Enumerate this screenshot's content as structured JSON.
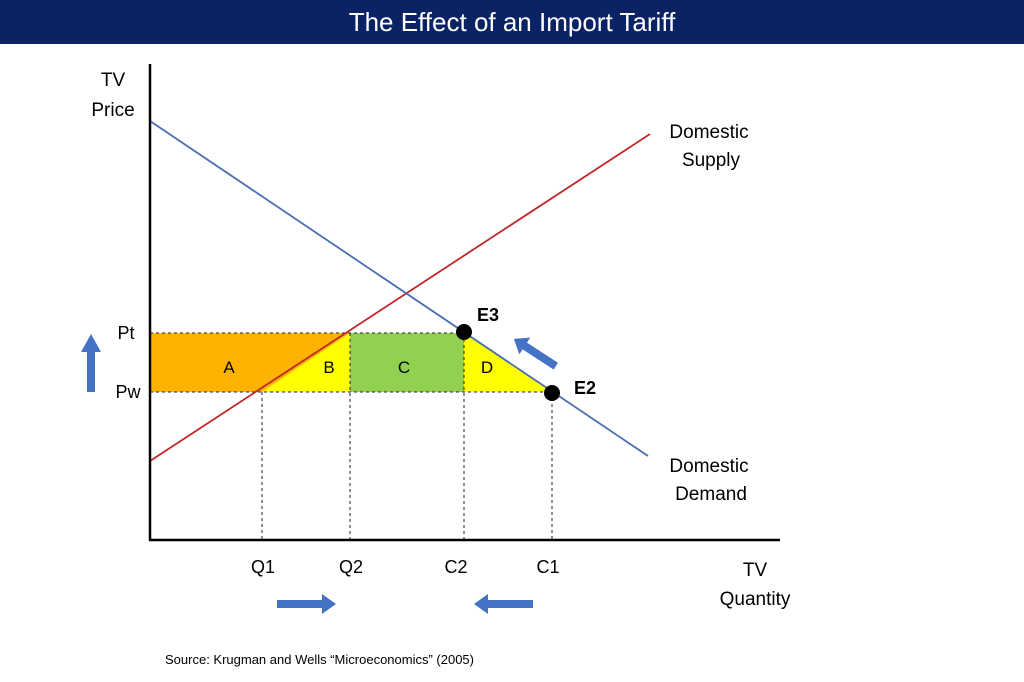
{
  "title": "The Effect of an Import Tariff",
  "source": "Source:  Krugman and Wells “Microeconomics” (2005)",
  "colors": {
    "title_bg": "#0b2265",
    "supply_line": "#c0282a",
    "demand_line": "#4a6fb0",
    "area_a": "#ffb300",
    "area_b": "#ffff00",
    "area_c": "#92d050",
    "area_d": "#ffff00",
    "arrow": "#4472c4"
  },
  "axes": {
    "y_label_line1": "TV",
    "y_label_line2": "Price",
    "x_label_line1": "TV",
    "x_label_line2": "Quantity"
  },
  "price_labels": {
    "pt": "Pt",
    "pw": "Pw"
  },
  "quantity_labels": {
    "q1": "Q1",
    "q2": "Q2",
    "c2": "C2",
    "c1": "C1"
  },
  "curves": {
    "supply_line1": "Domestic",
    "supply_line2": "Supply",
    "demand_line1": "Domestic",
    "demand_line2": "Demand"
  },
  "areas": {
    "a": "A",
    "b": "B",
    "c": "C",
    "d": "D"
  },
  "points": {
    "e2": "E2",
    "e3": "E3"
  }
}
